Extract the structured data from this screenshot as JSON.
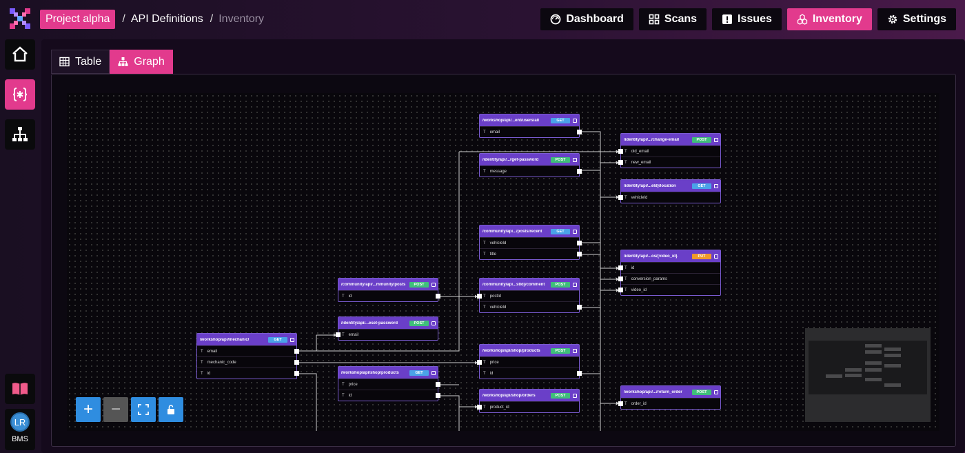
{
  "breadcrumb": {
    "project": "Project alpha",
    "section": "API Definitions",
    "current": "Inventory",
    "sep": "/"
  },
  "topnav": [
    {
      "label": "Dashboard",
      "icon": "dashboard-icon",
      "active": false
    },
    {
      "label": "Scans",
      "icon": "scans-icon",
      "active": false
    },
    {
      "label": "Issues",
      "icon": "issues-icon",
      "active": false
    },
    {
      "label": "Inventory",
      "icon": "inventory-icon",
      "active": true
    },
    {
      "label": "Settings",
      "icon": "gear-icon",
      "active": false
    }
  ],
  "sidebar": {
    "user_initials": "LR",
    "user_org": "BMS"
  },
  "tabs": [
    {
      "label": "Table",
      "icon": "table-icon",
      "active": false
    },
    {
      "label": "Graph",
      "icon": "graph-icon",
      "active": true
    }
  ],
  "nodes": [
    {
      "id": "n1",
      "path": "/workshop/api/...ent/users/all",
      "method": "GET",
      "fields": [
        "email"
      ]
    },
    {
      "id": "n2",
      "path": "/identity/api/...rget-password",
      "method": "POST",
      "fields": [
        "message"
      ]
    },
    {
      "id": "n3",
      "path": "/identity/api/.../change-email",
      "method": "POST",
      "fields": [
        "old_email",
        "new_email"
      ]
    },
    {
      "id": "n4",
      "path": "/identity/api/...eId}/location",
      "method": "GET",
      "fields": [
        "vehicleId"
      ]
    },
    {
      "id": "n5",
      "path": "/community/api.../posts/recent",
      "method": "GET",
      "fields": [
        "vehicleId",
        "title"
      ]
    },
    {
      "id": "n6",
      "path": "/identity/api/...os/{video_id}",
      "method": "PUT",
      "fields": [
        "id",
        "conversion_params",
        "video_id"
      ]
    },
    {
      "id": "n7",
      "path": "/community/api/...mmunity/posts",
      "method": "POST",
      "fields": [
        "id"
      ]
    },
    {
      "id": "n8",
      "path": "/community/api...stId}/comment",
      "method": "POST",
      "fields": [
        "postId",
        "vehicleId"
      ]
    },
    {
      "id": "n9",
      "path": "/identity/api/...eset-password",
      "method": "POST",
      "fields": [
        "email"
      ]
    },
    {
      "id": "n10",
      "path": "/workshop/api/mechanic/",
      "method": "GET",
      "fields": [
        "email",
        "mechanic_code",
        "id"
      ]
    },
    {
      "id": "n11",
      "path": "/workshop/api/shop/products",
      "method": "POST",
      "fields": [
        "price",
        "id"
      ]
    },
    {
      "id": "n12",
      "path": "/workshop/api/shop/products",
      "method": "GET",
      "fields": [
        "price",
        "id"
      ]
    },
    {
      "id": "n13",
      "path": "/workshop/api/shop/orders",
      "method": "POST",
      "fields": [
        "product_id"
      ]
    },
    {
      "id": "n14",
      "path": "/workshop/api/.../return_order",
      "method": "POST",
      "fields": [
        "order_id"
      ]
    }
  ],
  "field_type": "T",
  "controls": {
    "zoom_in": "+",
    "zoom_out": "−"
  }
}
